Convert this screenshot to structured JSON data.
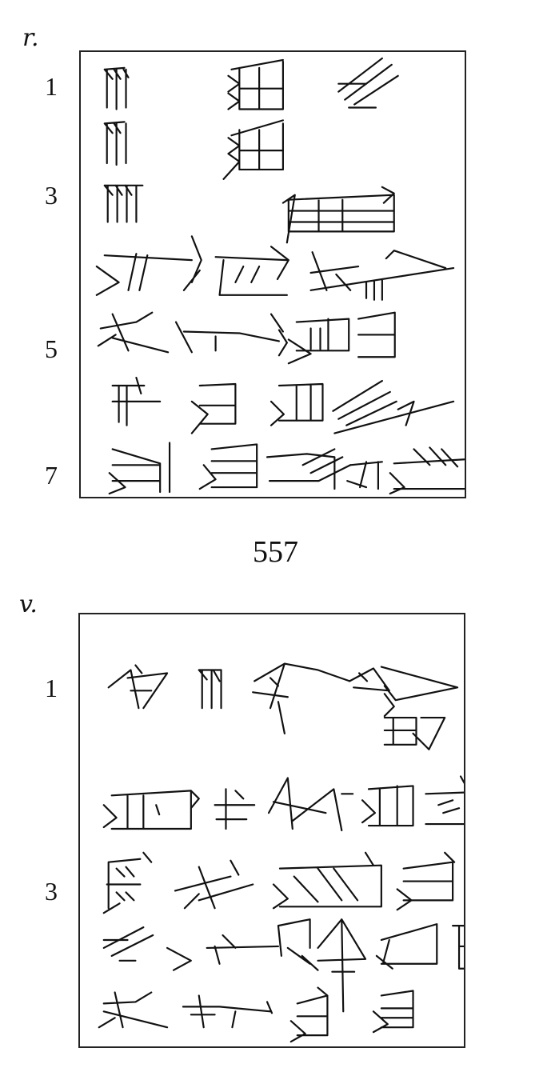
{
  "obverse": {
    "side_label": "r.",
    "line_numbers": [
      "1",
      "3",
      "5",
      "7"
    ]
  },
  "text_number": "557",
  "reverse": {
    "side_label": "v.",
    "line_numbers": [
      "1",
      "3"
    ]
  }
}
